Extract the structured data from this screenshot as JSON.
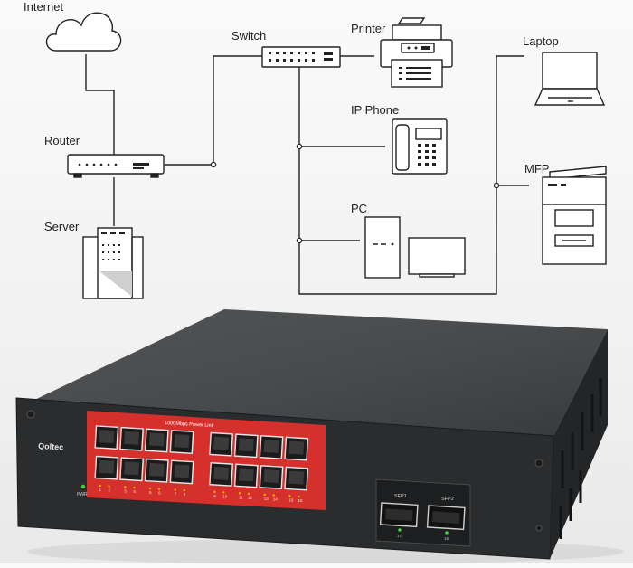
{
  "diagram": {
    "nodes": [
      {
        "id": "internet",
        "label": "Internet",
        "icon": "cloud-icon"
      },
      {
        "id": "router",
        "label": "Router",
        "icon": "router-icon"
      },
      {
        "id": "server",
        "label": "Server",
        "icon": "server-icon"
      },
      {
        "id": "switch",
        "label": "Switch",
        "icon": "switch-icon"
      },
      {
        "id": "printer",
        "label": "Printer",
        "icon": "printer-icon"
      },
      {
        "id": "ip_phone",
        "label": "IP Phone",
        "icon": "ip-phone-icon"
      },
      {
        "id": "pc",
        "label": "PC",
        "icon": "pc-icon"
      },
      {
        "id": "laptop",
        "label": "Laptop",
        "icon": "laptop-icon"
      },
      {
        "id": "mfp",
        "label": "MFP",
        "icon": "mfp-icon"
      }
    ],
    "edges": [
      [
        "internet",
        "router"
      ],
      [
        "router",
        "server"
      ],
      [
        "router",
        "switch"
      ],
      [
        "switch",
        "printer"
      ],
      [
        "switch",
        "ip_phone"
      ],
      [
        "switch",
        "pc"
      ],
      [
        "switch",
        "laptop"
      ],
      [
        "switch",
        "mfp"
      ]
    ]
  },
  "device": {
    "brand": "Qoltec",
    "panel_title": "1000Mbps Power Link",
    "pwr_label": "PWR",
    "port_numbers": [
      "1",
      "2",
      "3",
      "4",
      "5",
      "6",
      "7",
      "8",
      "9",
      "10",
      "11",
      "12",
      "13",
      "14",
      "15",
      "16"
    ],
    "sfp_labels": [
      "SFP1",
      "SFP2"
    ],
    "sfp_numbers": [
      "17",
      "18"
    ],
    "colors": {
      "body": "#2b2d2f",
      "panel": "#d6302d",
      "led": "#3fd13f"
    }
  }
}
